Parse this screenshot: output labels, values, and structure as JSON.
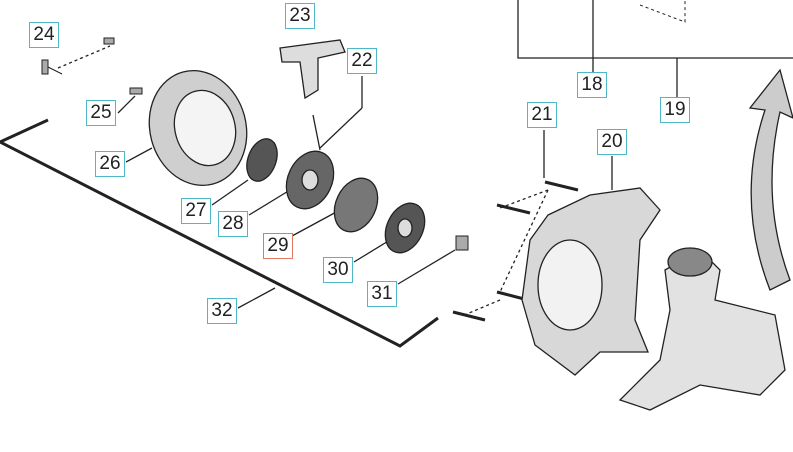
{
  "title": "Starter assembly exploded parts diagram",
  "colors": {
    "label_border": "#4fb8c8",
    "highlight_border": "#e07a5f"
  },
  "labels": {
    "p18": "18",
    "p19": "19",
    "p20": "20",
    "p21": "21",
    "p22": "22",
    "p23": "23",
    "p24": "24",
    "p25": "25",
    "p26": "26",
    "p27": "27",
    "p28": "28",
    "p29": "29",
    "p30": "30",
    "p31": "31",
    "p32": "32"
  },
  "highlighted_part": "29"
}
